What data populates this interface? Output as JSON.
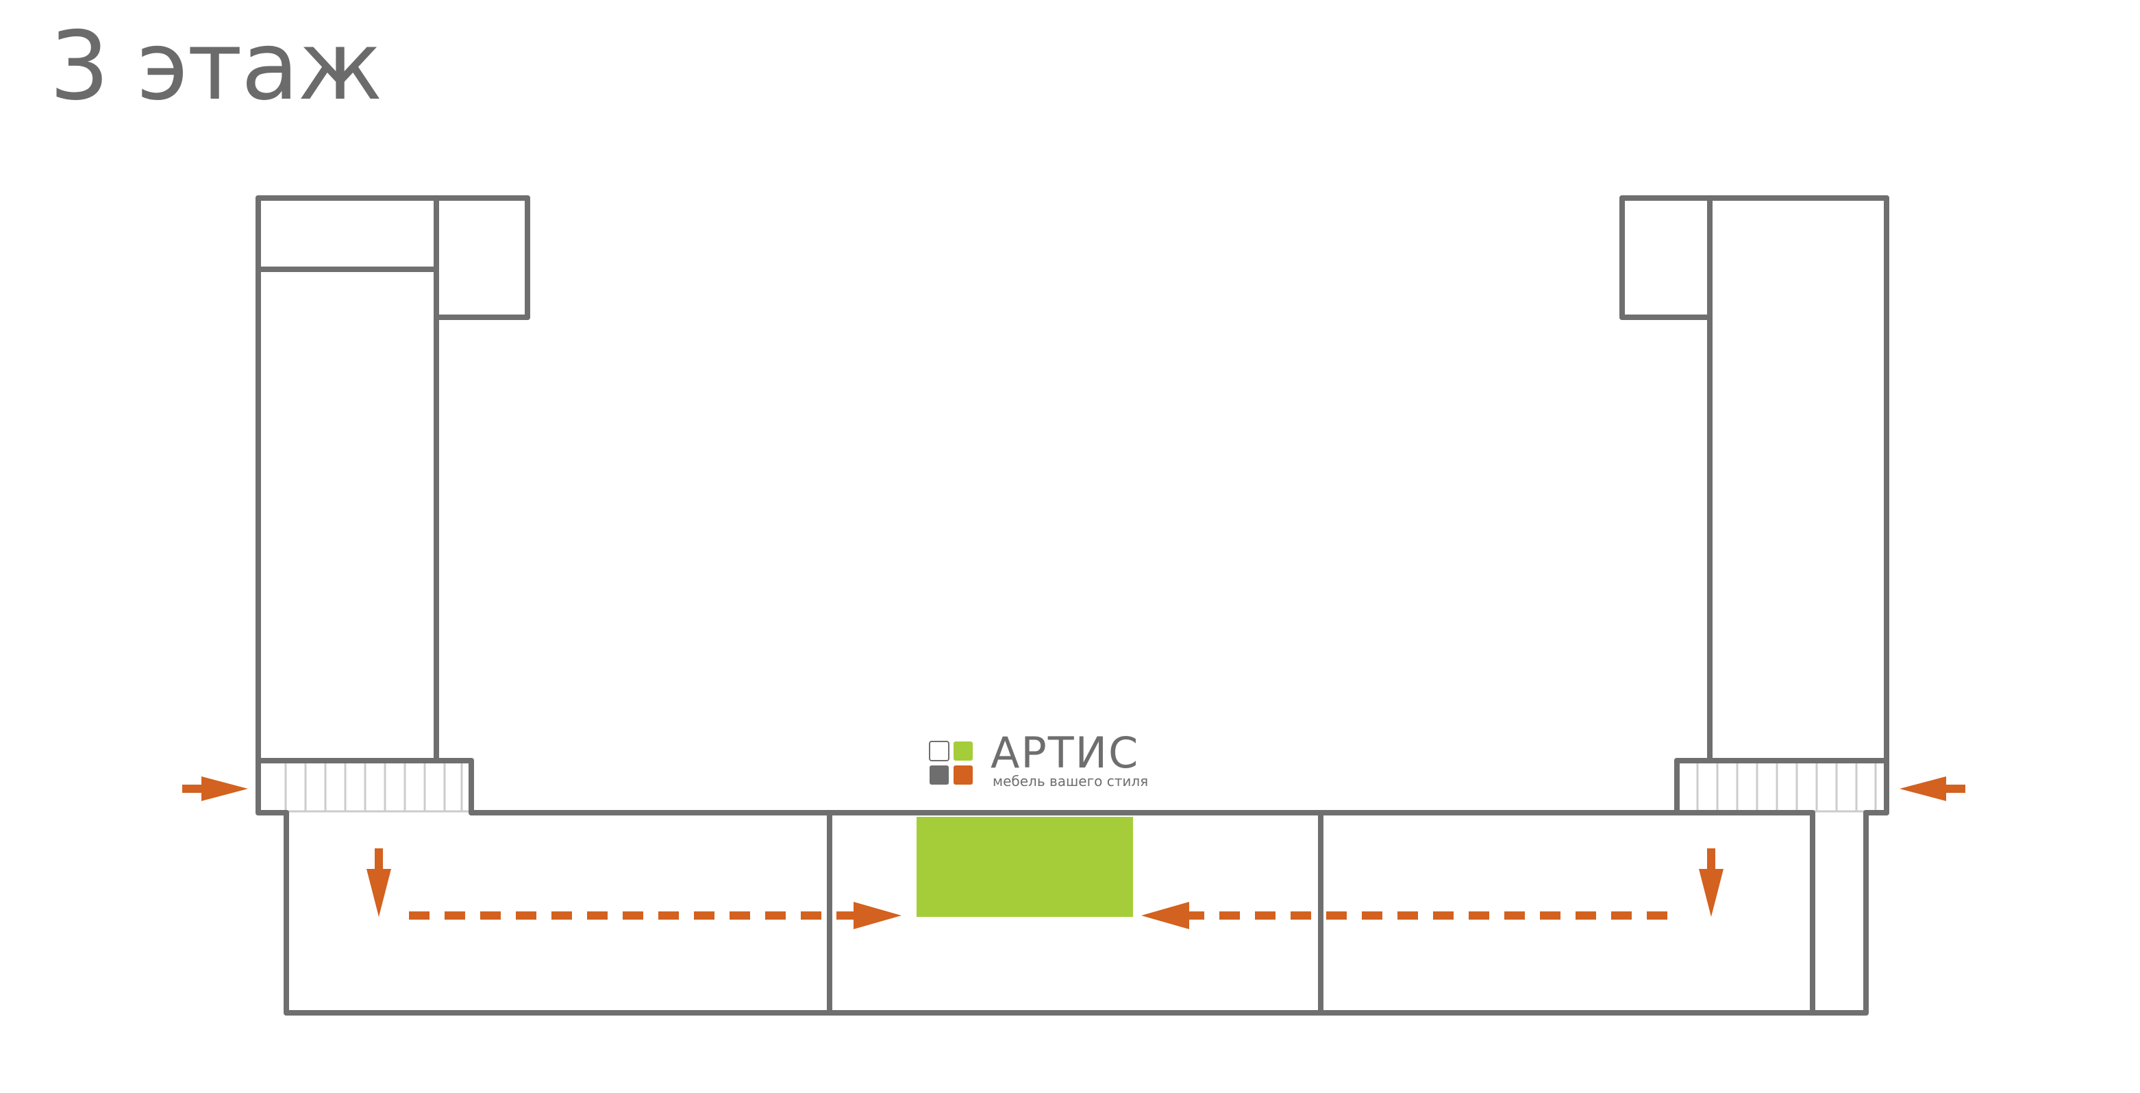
{
  "title": "3 этаж",
  "store": {
    "name": "АРТИС",
    "tagline": "мебель вашего стиля",
    "highlight_color": "#a5cd39"
  },
  "colors": {
    "wall": "#6f6f6f",
    "arrow": "#d3611f",
    "stairs": "#cccccc",
    "logo_gray": "#6e6e6e",
    "logo_green": "#a5cd39",
    "logo_orange": "#d3611f"
  },
  "icons": [
    "arrow-right-icon",
    "arrow-left-icon",
    "arrow-down-icon",
    "logo-tiles-icon"
  ]
}
